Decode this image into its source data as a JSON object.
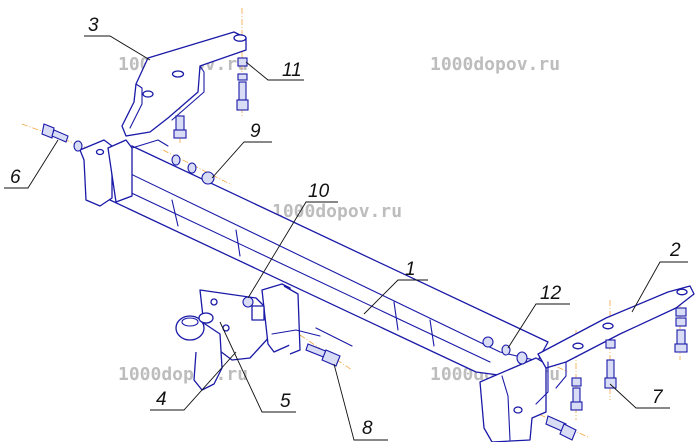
{
  "watermark": "1000dopov.ru",
  "colors": {
    "line": "#1a1aa8",
    "leader": "#111111",
    "axis": "#f4a640",
    "watermark": "#a8a8a8"
  },
  "callouts": [
    {
      "id": "1",
      "label": "1"
    },
    {
      "id": "2",
      "label": "2"
    },
    {
      "id": "3",
      "label": "3"
    },
    {
      "id": "4",
      "label": "4"
    },
    {
      "id": "5",
      "label": "5"
    },
    {
      "id": "6",
      "label": "6"
    },
    {
      "id": "7",
      "label": "7"
    },
    {
      "id": "8",
      "label": "8"
    },
    {
      "id": "9",
      "label": "9"
    },
    {
      "id": "10",
      "label": "10"
    },
    {
      "id": "11",
      "label": "11"
    },
    {
      "id": "12",
      "label": "12"
    }
  ]
}
